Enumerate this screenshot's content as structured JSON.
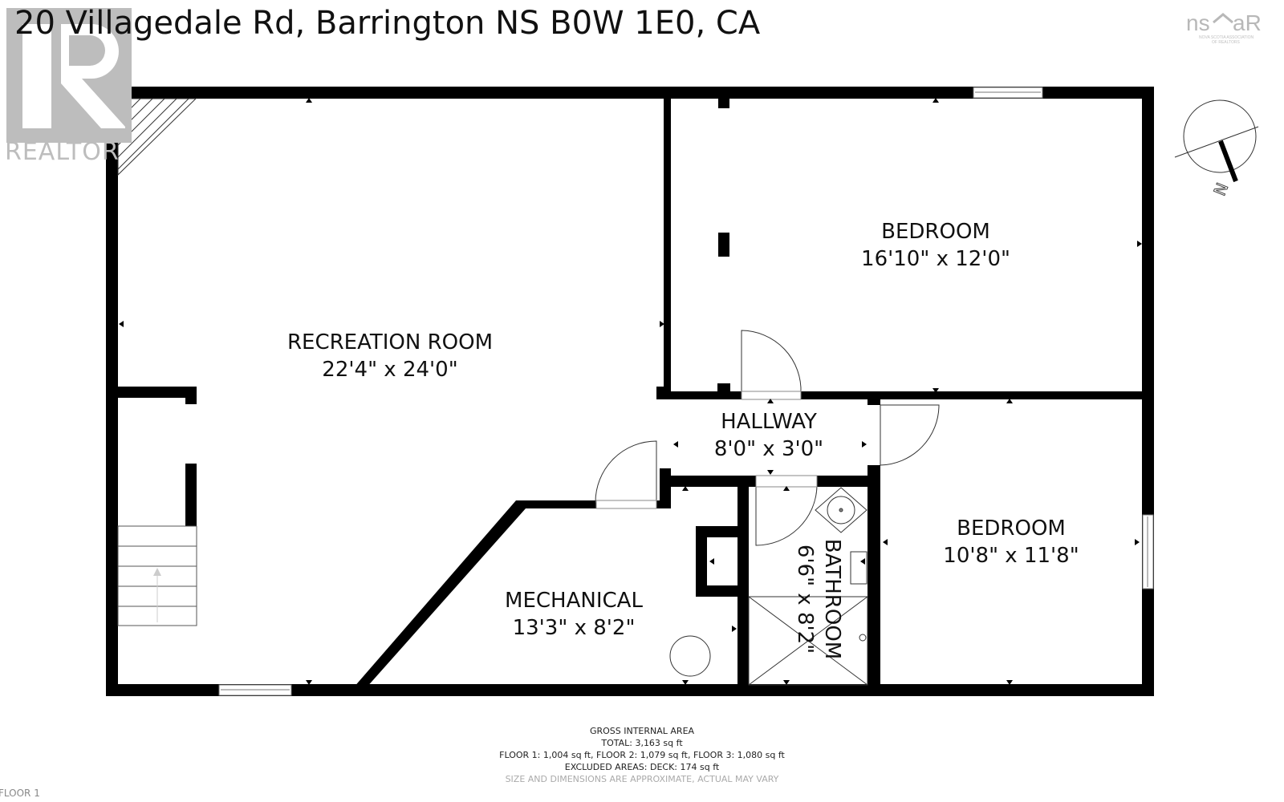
{
  "header": {
    "address": "20 Villagedale Rd, Barrington NS B0W 1E0, CA"
  },
  "logos": {
    "realtor": {
      "icon": "realtor-r-logo",
      "text": "REALTOR",
      "color": "#b8b8b8"
    },
    "nsar": {
      "icon": "nsar-logo",
      "text": "nsar",
      "subtext": "NOVA SCOTIA ASSOCIATION OF REALTORS",
      "color": "#b0b0b0"
    }
  },
  "compass": {
    "label": "N",
    "icon": "north-arrow-icon"
  },
  "rooms": [
    {
      "name": "RECREATION ROOM",
      "dims": "22'4\" x 24'0\""
    },
    {
      "name": "BEDROOM",
      "dims": "16'10\" x 12'0\""
    },
    {
      "name": "HALLWAY",
      "dims": "8'0\" x 3'0\""
    },
    {
      "name": "BEDROOM",
      "dims": "10'8\" x 11'8\""
    },
    {
      "name": "MECHANICAL",
      "dims": "13'3\" x 8'2\""
    },
    {
      "name": "BATHROOM",
      "dims": "6'6\" x 8'2\""
    }
  ],
  "footer": {
    "heading": "GROSS INTERNAL AREA",
    "total": "TOTAL: 3,163 sq ft",
    "floors": "FLOOR 1: 1,004 sq ft, FLOOR 2: 1,079 sq ft, FLOOR 3: 1,080 sq ft",
    "excluded": "EXCLUDED AREAS: DECK: 174 sq ft",
    "disclaimer": "SIZE AND DIMENSIONS ARE APPROXIMATE, ACTUAL MAY VARY"
  },
  "floor_label": "FLOOR 1",
  "colors": {
    "wall": "#000000",
    "background": "#ffffff",
    "watermark": "#b8b8b8"
  }
}
